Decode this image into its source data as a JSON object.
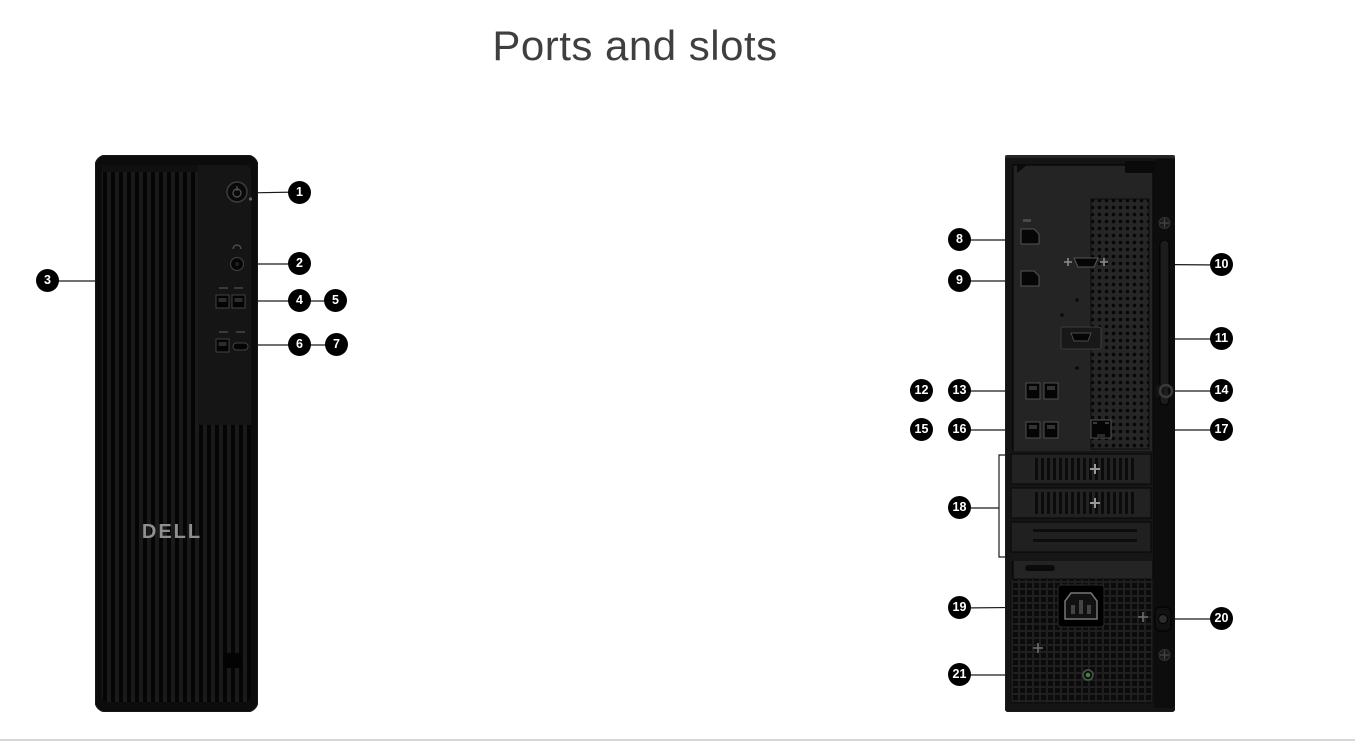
{
  "page": {
    "title": "Ports and slots"
  },
  "front_view": {
    "logo_text": "DELL"
  },
  "callouts": [
    {
      "num": "1"
    },
    {
      "num": "2"
    },
    {
      "num": "3"
    },
    {
      "num": "4"
    },
    {
      "num": "5"
    },
    {
      "num": "6"
    },
    {
      "num": "7"
    },
    {
      "num": "8"
    },
    {
      "num": "9"
    },
    {
      "num": "10"
    },
    {
      "num": "11"
    },
    {
      "num": "12"
    },
    {
      "num": "13"
    },
    {
      "num": "14"
    },
    {
      "num": "15"
    },
    {
      "num": "16"
    },
    {
      "num": "17"
    },
    {
      "num": "18"
    },
    {
      "num": "19"
    },
    {
      "num": "20"
    },
    {
      "num": "21"
    }
  ]
}
